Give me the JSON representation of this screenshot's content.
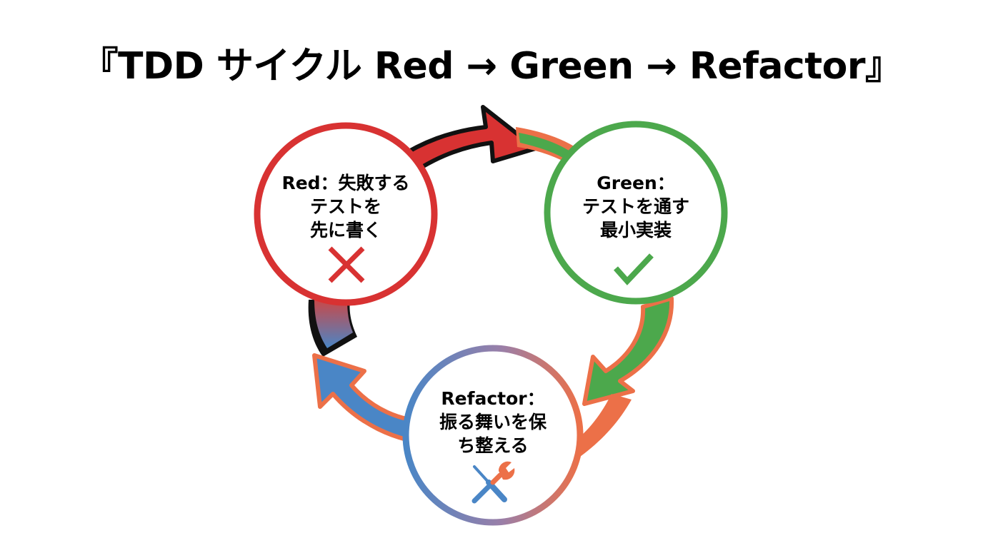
{
  "title": "『TDD サイクル Red → Green → Refactor』",
  "nodes": {
    "red": {
      "lines": [
        "Red：失敗する",
        "テストを",
        "先に書く"
      ],
      "icon": "cross-icon",
      "color": "#d83232"
    },
    "green": {
      "lines": [
        "Green：",
        "テストを通す",
        "最小実装"
      ],
      "icon": "check-icon",
      "color": "#4ca84c"
    },
    "refactor": {
      "lines": [
        "Refactor：",
        "振る舞いを保",
        "ち整える"
      ],
      "icon": "wrench-screwdriver-icon",
      "color_primary": "#4a86c6",
      "color_secondary": "#ec7048"
    }
  },
  "arrows": [
    {
      "from": "red",
      "to": "green",
      "color": "#d83232"
    },
    {
      "from": "green",
      "to": "refactor",
      "color": "#4ca84c"
    },
    {
      "from": "refactor",
      "to": "red",
      "color": "#4a86c6"
    }
  ]
}
